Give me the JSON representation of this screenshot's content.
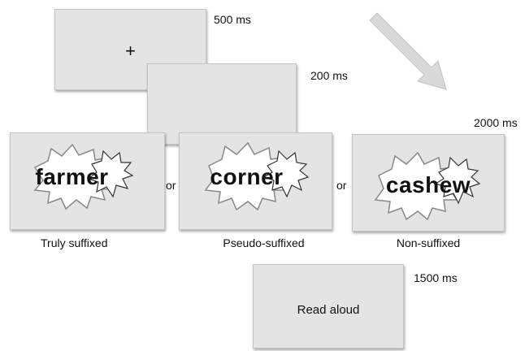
{
  "timings": {
    "fixation": "500 ms",
    "blank": "200 ms",
    "stimulus": "2000 ms",
    "response": "1500 ms"
  },
  "fixation_symbol": "+",
  "conditions": [
    {
      "word": "farmer",
      "label": "Truly suffixed"
    },
    {
      "word": "corner",
      "label": "Pseudo-suffixed"
    },
    {
      "word": "cashew",
      "label": "Non-suffixed"
    }
  ],
  "separator": "or",
  "response_text": "Read aloud",
  "colors": {
    "screen": "#e4e4e4",
    "arrow": "#d9d9d9"
  }
}
